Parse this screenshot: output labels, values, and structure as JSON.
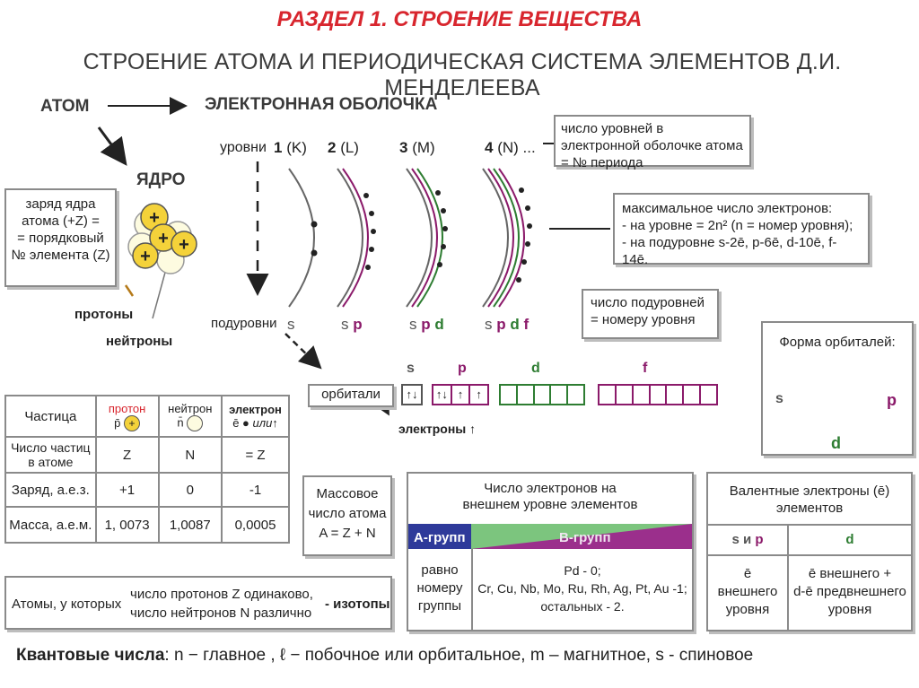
{
  "header": {
    "title": "РАЗДЕЛ 1. СТРОЕНИЕ ВЕЩЕСТВА",
    "subtitle": "СТРОЕНИЕ АТОМА И ПЕРИОДИЧЕСКАЯ СИСТЕМА ЭЛЕМЕНТОВ Д.И. МЕНДЕЛЕЕВА"
  },
  "labels": {
    "atom": "АТОМ",
    "shell": "ЭЛЕКТРОННАЯ ОБОЛОЧКА",
    "nucleus": "ЯДРО",
    "levels": "уровни",
    "protons": "протоны",
    "neutrons": "нейтроны",
    "sublevels": "подуровни",
    "orbitals": "орбитали",
    "electrons": "электроны"
  },
  "levels": [
    {
      "num": "1",
      "letter": " (K)"
    },
    {
      "num": "2",
      "letter": " (L)"
    },
    {
      "num": "3",
      "letter": " (M)"
    },
    {
      "num": "4",
      "letter": " (N) ..."
    }
  ],
  "sublevel_groups": [
    "s",
    "s p",
    "s p d",
    "s p d f"
  ],
  "boxes": {
    "levels_count": "число уровней в электронной оболочке атома = № периода",
    "charge_l1": "заряд ядра",
    "charge_l2": "атома (+Z) =",
    "charge_l3": "= порядковый",
    "charge_l4": "№ элемента (Z)",
    "max_l1": "максимальное число электронов:",
    "max_l2": "- на уровне = 2n² (n = номер уровня);",
    "max_l3": "- на подуровне s-2ē, p-6ē, d-10ē, f-14ē.",
    "sublevel_count": "число подуровней = номеру уровня",
    "orbital_shape": "Форма орбиталей:",
    "mass_l1": "Массовое",
    "mass_l2": "число атома",
    "mass_l3": "A = Z + N",
    "isotopes_l1": "Атомы, у которых",
    "isotopes_l2": "число протонов Z одинаково,",
    "isotopes_l3": "число нейтронов N различно",
    "isotopes_l4": "- изотопы"
  },
  "orbital_labels": [
    "s",
    "p",
    "d",
    "f"
  ],
  "orbital_fills": {
    "s": "↑↓",
    "p": [
      "↑↓",
      "↑",
      "↑"
    ]
  },
  "shape_labels": {
    "s": "s",
    "p": "p",
    "d": "d"
  },
  "particles": {
    "headers": [
      "Частица",
      "протон",
      "нейтрон",
      "электрон"
    ],
    "header_symbols": [
      "p̄",
      "n̄",
      "ē"
    ],
    "electron_note": "или↑",
    "rows": [
      {
        "name": "Число частиц в атоме",
        "values": [
          "Z",
          "N",
          "= Z"
        ]
      },
      {
        "name": "Заряд, а.е.з.",
        "values": [
          "+1",
          "0",
          "-1"
        ]
      },
      {
        "name": "Масса, а.е.м.",
        "values": [
          "1, 0073",
          "1,0087",
          "0,0005"
        ]
      }
    ]
  },
  "outer_electrons": {
    "title_l1": "Число электронов на",
    "title_l2": "внешнем уровне элементов",
    "a_group": "А-групп",
    "b_group": "В-групп",
    "a_text_l1": "равно",
    "a_text_l2": "номеру",
    "a_text_l3": "группы",
    "b_text_l1": "Pd - 0;",
    "b_text_l2": "Cr, Cu, Nb, Mo, Ru, Rh, Ag, Pt, Au -1;",
    "b_text_l3": "остальных - 2."
  },
  "valence": {
    "title_l1": "Валентные электроны (ē)",
    "title_l2": "элементов",
    "sp": "s и p",
    "d": "d",
    "sp_text_l1": "ē",
    "sp_text_l2": "внешнего",
    "sp_text_l3": "уровня",
    "d_text_l1": "ē внешнего +",
    "d_text_l2": "d-ē предвнешнего",
    "d_text_l3": "уровня"
  },
  "footer": {
    "label": "Квантовые числа",
    "text": ": n − главное , ℓ − побочное или орбитальное, m – магнитное, s - спиновое"
  },
  "colors": {
    "red": "#d8262e",
    "purple": "#8b1a6a",
    "green": "#2e7d32"
  }
}
